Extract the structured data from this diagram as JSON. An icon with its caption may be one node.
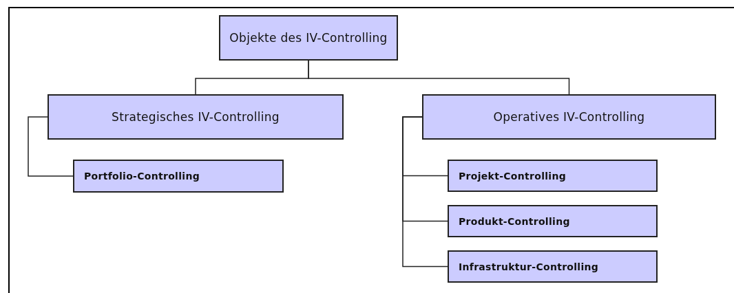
{
  "diagram": {
    "nodes": [
      {
        "text": [
          "Objekte des IV-Controlling"
        ]
      },
      {
        "text": [
          "Strategisches IV-Controlling"
        ]
      },
      {
        "text": [
          "Operatives IV-Controlling"
        ]
      },
      {
        "text": [
          "Portfolio-Controlling"
        ]
      },
      {
        "text": [
          "Projekt-Controlling"
        ]
      },
      {
        "text": [
          "Produkt-Controlling"
        ]
      },
      {
        "text": [
          "Infrastruktur-Controlling"
        ]
      }
    ],
    "edges": [
      {
        "from": 0,
        "to": 1,
        "arrow": "none"
      },
      {
        "from": 0,
        "to": 2,
        "arrow": "none"
      },
      {
        "from": 1,
        "to": 3,
        "arrow": "none"
      },
      {
        "from": 2,
        "to": 4,
        "arrow": "none"
      },
      {
        "from": 2,
        "to": 5,
        "arrow": "none"
      },
      {
        "from": 2,
        "to": 6,
        "arrow": "none"
      }
    ]
  }
}
